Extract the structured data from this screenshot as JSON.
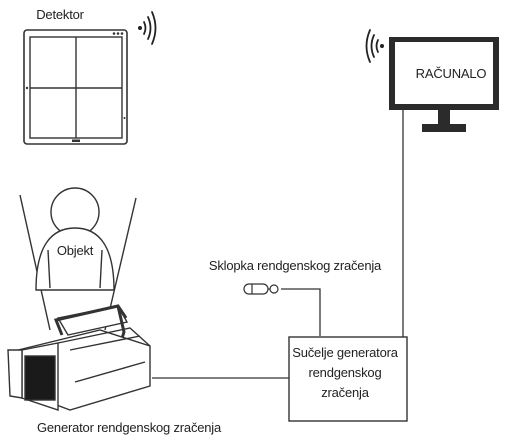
{
  "diagram": {
    "detector_label": "Detektor",
    "computer_label": "RAČUNALO",
    "object_label": "Objekt",
    "switch_label": "Sklopka rendgenskog zračenja",
    "generator_label": "Generator rendgenskog zračenja",
    "interface_label_line1": "Sučelje generatora",
    "interface_label_line2": "rendgenskog",
    "interface_label_line3": "zračenja"
  },
  "icons": {
    "detector_wireless": "wireless-signal-icon",
    "computer_wireless": "wireless-signal-icon"
  },
  "colors": {
    "line": "#333333",
    "monitor_frame": "#2b2b2b",
    "detector_fill": "#ffffff"
  }
}
